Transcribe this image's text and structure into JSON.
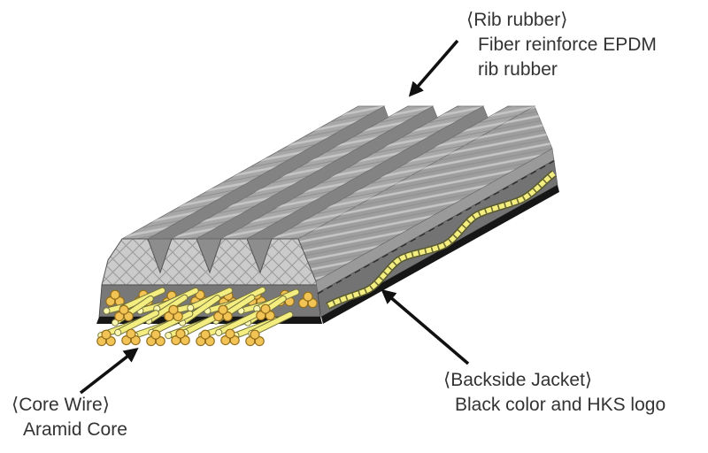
{
  "labels": {
    "rib_rubber": {
      "title": "⟨Rib rubber⟩",
      "lines": [
        "Fiber reinforce EPDM",
        "rib rubber"
      ]
    },
    "core_wire": {
      "title": "⟨Core Wire⟩",
      "lines": [
        "Aramid Core"
      ]
    },
    "backside_jacket": {
      "title": "⟨Backside Jacket⟩",
      "lines": [
        "Black color and HKS logo"
      ]
    }
  },
  "colors": {
    "background": "#ffffff",
    "text": "#333333",
    "arrow": "#111111",
    "rib_rubber_gray": "#a7a7a7",
    "cross_section_gray": "#cbcbcb",
    "adhesion_layer_gray": "#787878",
    "core_wire_yellow": "#f2c455",
    "cord_yellow": "#f4ee80",
    "backside_jacket_black": "#161616"
  }
}
